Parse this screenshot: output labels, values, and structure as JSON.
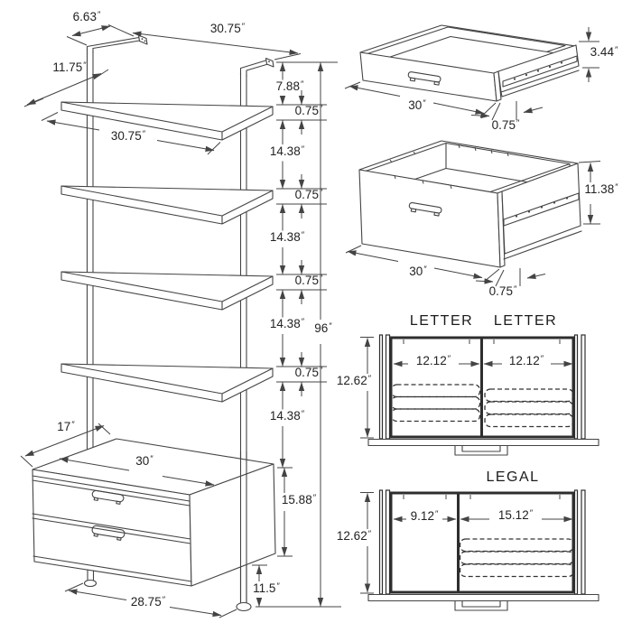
{
  "units": {
    "inch": "″"
  },
  "colors": {
    "line": "#444444",
    "text": "#222222",
    "background": "#ffffff"
  },
  "bookshelf": {
    "bracket_depth": "6.63",
    "top_width": "30.75",
    "shelf_depth": "11.75",
    "shelf_length": "30.75",
    "top_gap": "7.88",
    "shelf_thickness": "0.75",
    "shelf_spacing": "14.38",
    "overall_height": "96",
    "cabinet_depth": "17",
    "cabinet_width": "30",
    "cabinet_height": "15.88",
    "base_width": "28.75",
    "ground_clearance": "11.5"
  },
  "top_drawer": {
    "width": "30",
    "height": "3.44",
    "front_thickness": "0.75"
  },
  "file_drawer": {
    "width": "30",
    "height": "11.38",
    "front_thickness": "0.75"
  },
  "letter_layout": {
    "title_left": "LETTER",
    "title_right": "LETTER",
    "left_width": "12.12",
    "right_width": "12.12",
    "depth": "12.62"
  },
  "legal_layout": {
    "title": "LEGAL",
    "left_width": "9.12",
    "right_width": "15.12",
    "depth": "12.62"
  }
}
